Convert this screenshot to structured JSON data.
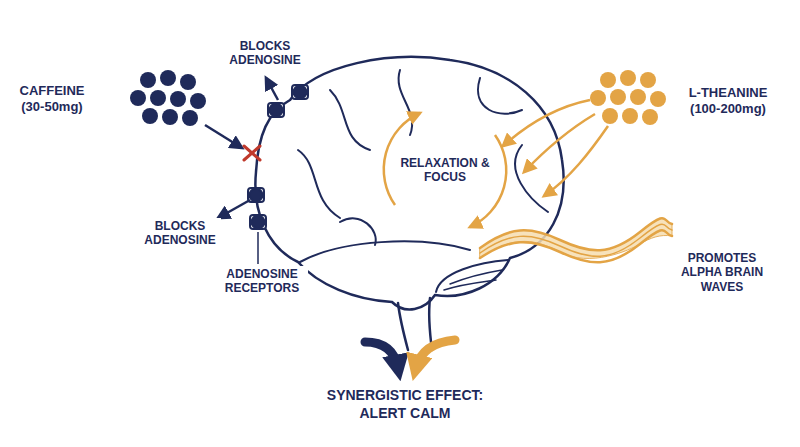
{
  "diagram": {
    "caption": "SYNERGISTIC EFFECT: ALERT CALM",
    "labels": [
      "CAFFEINE (30-50mg)",
      "BLOCKS ADENOSINE",
      "BLOCKS ADENOSINE",
      "ADENOSINE RECEPTORS",
      "RELAXATION & FOCUS",
      "L-THEANINE (100-200mg)",
      "PROMOTES ALPHA BRAIN WAVES"
    ]
  }
}
